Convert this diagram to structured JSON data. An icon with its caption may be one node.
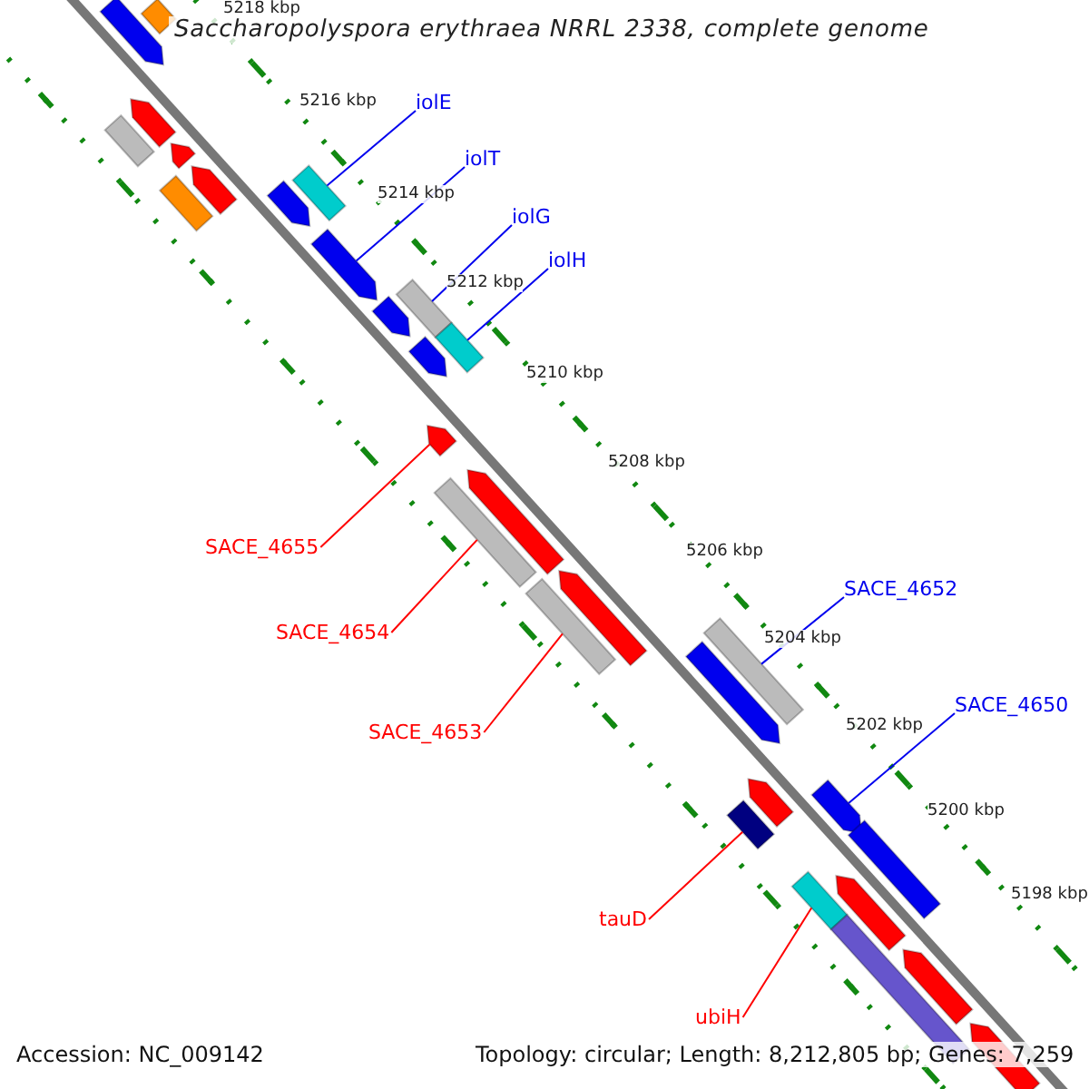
{
  "diagram": {
    "title": "Saccharopolyspora erythraea NRRL 2338, complete genome",
    "nodes": [
      {
        "text": [
          "iolE"
        ]
      },
      {
        "text": [
          "iolT"
        ]
      },
      {
        "text": [
          "iolG"
        ]
      },
      {
        "text": [
          "iolH"
        ]
      },
      {
        "text": [
          "SACE_4655"
        ]
      },
      {
        "text": [
          "SACE_4652"
        ]
      },
      {
        "text": [
          "SACE_4654"
        ]
      },
      {
        "text": [
          "SACE_4650"
        ]
      },
      {
        "text": [
          "SACE_4653"
        ]
      },
      {
        "text": [
          "tauD"
        ]
      },
      {
        "text": [
          "ubiH"
        ]
      },
      {
        "text": [],
        "shape": "bar"
      },
      {
        "text": [],
        "shape": "arrow"
      },
      {
        "text": [],
        "shape": "arrow"
      },
      {
        "text": [],
        "shape": "bar"
      },
      {
        "text": [],
        "shape": "arrow"
      },
      {
        "text": [],
        "shape": "arrow"
      },
      {
        "text": [],
        "shape": "bar"
      },
      {
        "text": [],
        "shape": "bar"
      },
      {
        "text": [],
        "shape": "arrow"
      },
      {
        "text": [],
        "shape": "arrow"
      },
      {
        "text": [],
        "shape": "bar"
      },
      {
        "text": [],
        "shape": "arrow"
      },
      {
        "text": [],
        "shape": "bar"
      },
      {
        "text": [],
        "shape": "arrow"
      },
      {
        "text": [],
        "shape": "arrow"
      },
      {
        "text": [],
        "shape": "arrow"
      },
      {
        "text": [],
        "shape": "bar"
      },
      {
        "text": [],
        "shape": "arrow"
      },
      {
        "text": [],
        "shape": "bar"
      },
      {
        "text": [],
        "shape": "bar"
      },
      {
        "text": [],
        "shape": "arrow"
      },
      {
        "text": [],
        "shape": "arrow"
      },
      {
        "text": [],
        "shape": "arrow"
      },
      {
        "text": [],
        "shape": "bar"
      },
      {
        "text": [],
        "shape": "bar"
      },
      {
        "text": [],
        "shape": "bar"
      },
      {
        "text": [],
        "shape": "arrow"
      },
      {
        "text": [],
        "shape": "arrow"
      },
      {
        "text": [],
        "shape": "bar"
      },
      {
        "text": [],
        "shape": "arrow"
      }
    ],
    "edges": [
      {
        "from": 0,
        "to": 17,
        "arrow": "none"
      },
      {
        "from": 1,
        "to": 20,
        "arrow": "none"
      },
      {
        "from": 2,
        "to": 21,
        "arrow": "none"
      },
      {
        "from": 3,
        "to": 23,
        "arrow": "none"
      },
      {
        "from": 4,
        "to": 25,
        "arrow": "none",
        "color": "#ff0000"
      },
      {
        "from": 5,
        "to": 30,
        "arrow": "none"
      },
      {
        "from": 6,
        "to": 27,
        "arrow": "none",
        "color": "#ff0000"
      },
      {
        "from": 7,
        "to": 33,
        "arrow": "none"
      },
      {
        "from": 8,
        "to": 29,
        "arrow": "none",
        "color": "#ff0000"
      },
      {
        "from": 9,
        "to": 34,
        "arrow": "none",
        "color": "#ff0000"
      },
      {
        "from": 10,
        "to": 36,
        "arrow": "none",
        "color": "#ff0000"
      }
    ],
    "labels": [
      "5218 kbp",
      "5216 kbp",
      "5214 kbp",
      "5212 kbp",
      "5210 kbp",
      "5208 kbp",
      "5206 kbp",
      "5204 kbp",
      "5202 kbp",
      "5200 kbp",
      "5198 kbp",
      "Accession: NC_009142",
      "Topology: circular; Length: 8,212,805 bp; Genes: 7,259"
    ]
  }
}
